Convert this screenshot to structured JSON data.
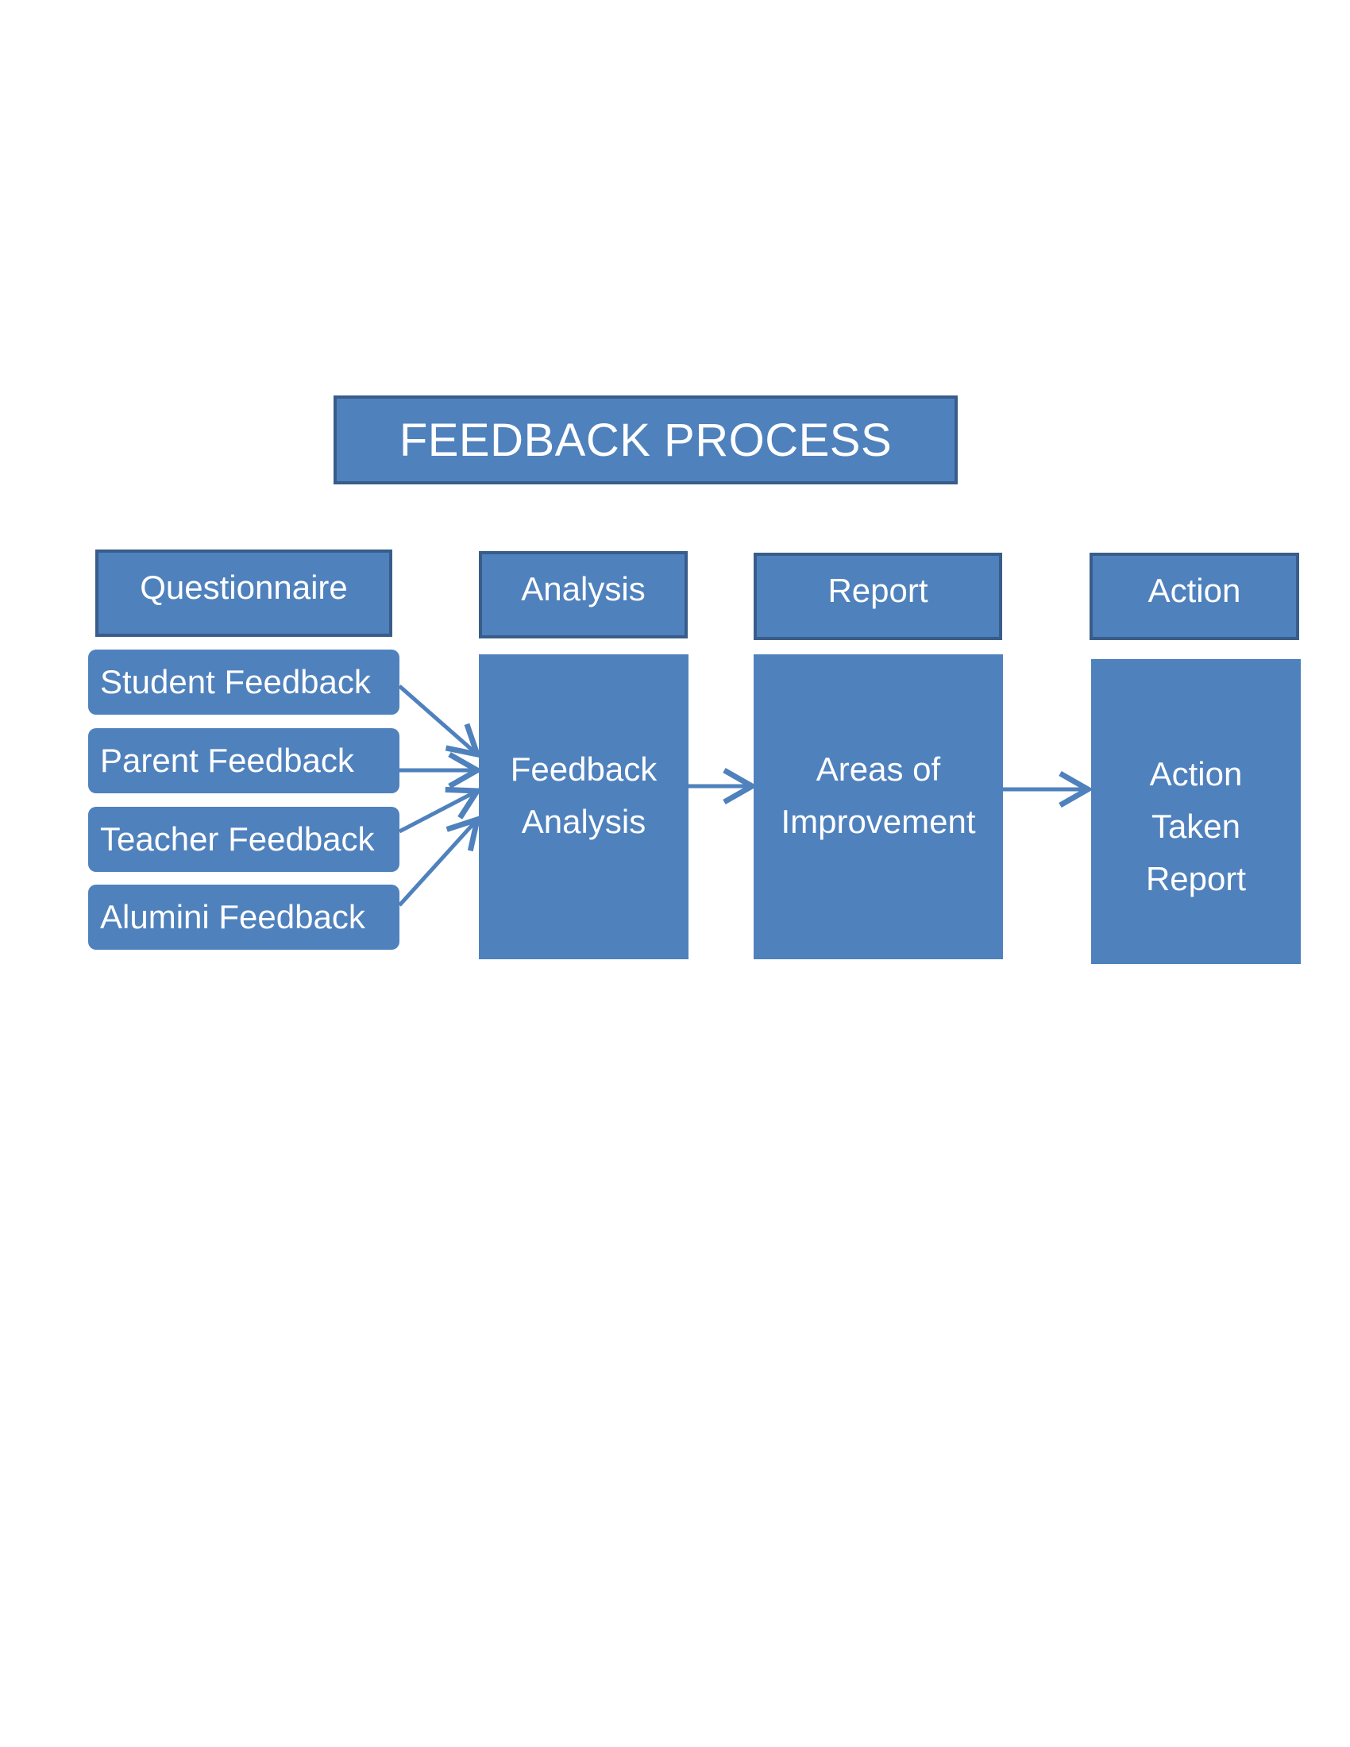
{
  "title": "FEEDBACK PROCESS",
  "headers": {
    "questionnaire": "Questionnaire",
    "analysis": "Analysis",
    "report": "Report",
    "action": "Action"
  },
  "feedback_sources": [
    "Student Feedback",
    "Parent Feedback",
    "Teacher Feedback",
    "Alumini Feedback"
  ],
  "analysis_box": [
    "Feedback",
    "Analysis"
  ],
  "report_box": [
    "Areas of",
    "Improvement"
  ],
  "action_box": [
    "Action",
    "Taken",
    "Report"
  ],
  "colors": {
    "box_fill": "#4f81bd",
    "box_border": "#385d8a",
    "text": "#ffffff",
    "arrow": "#4f81bd"
  }
}
